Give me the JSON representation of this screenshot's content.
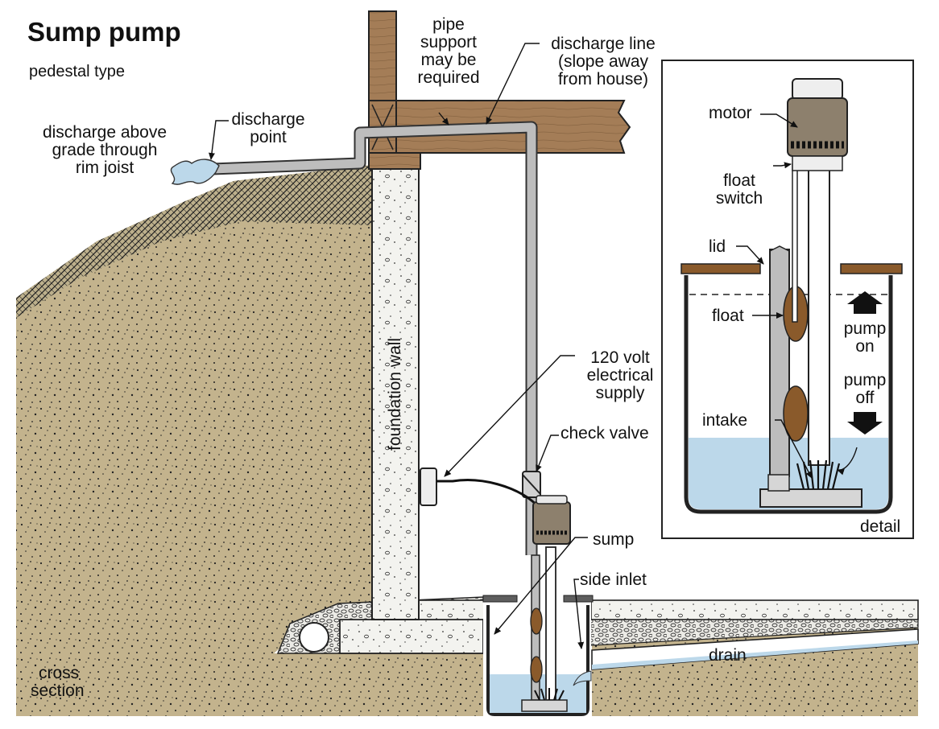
{
  "title": "Sump pump",
  "subtitle": "pedestal type",
  "labels": {
    "discharge_above": [
      "discharge above",
      "grade through",
      "rim joist"
    ],
    "discharge_point": [
      "discharge",
      "point"
    ],
    "pipe_support": [
      "pipe",
      "support",
      "may be",
      "required"
    ],
    "discharge_line": [
      "discharge line",
      "(slope away",
      "from house)"
    ],
    "foundation_wall": "foundation wall",
    "electrical": [
      "120 volt",
      "electrical",
      "supply"
    ],
    "check_valve": "check valve",
    "sump": "sump",
    "side_inlet": "side inlet",
    "drain": "drain",
    "cross_section": [
      "cross",
      "section"
    ]
  },
  "detail": {
    "motor": "motor",
    "float_switch": [
      "float",
      "switch"
    ],
    "lid": "lid",
    "float": "float",
    "pump_on": [
      "pump",
      "on"
    ],
    "pump_off": [
      "pump",
      "off"
    ],
    "intake": "intake",
    "caption": "detail"
  },
  "colors": {
    "soil": "#c0b08a",
    "fill_gravel": "#bfb594",
    "wood": "#a07a55",
    "pipe": "#bdbdbd",
    "water": "#bcd8ea",
    "float": "#8a5a2b",
    "motor": "#8d806d",
    "concrete": "#f2f2ef"
  }
}
